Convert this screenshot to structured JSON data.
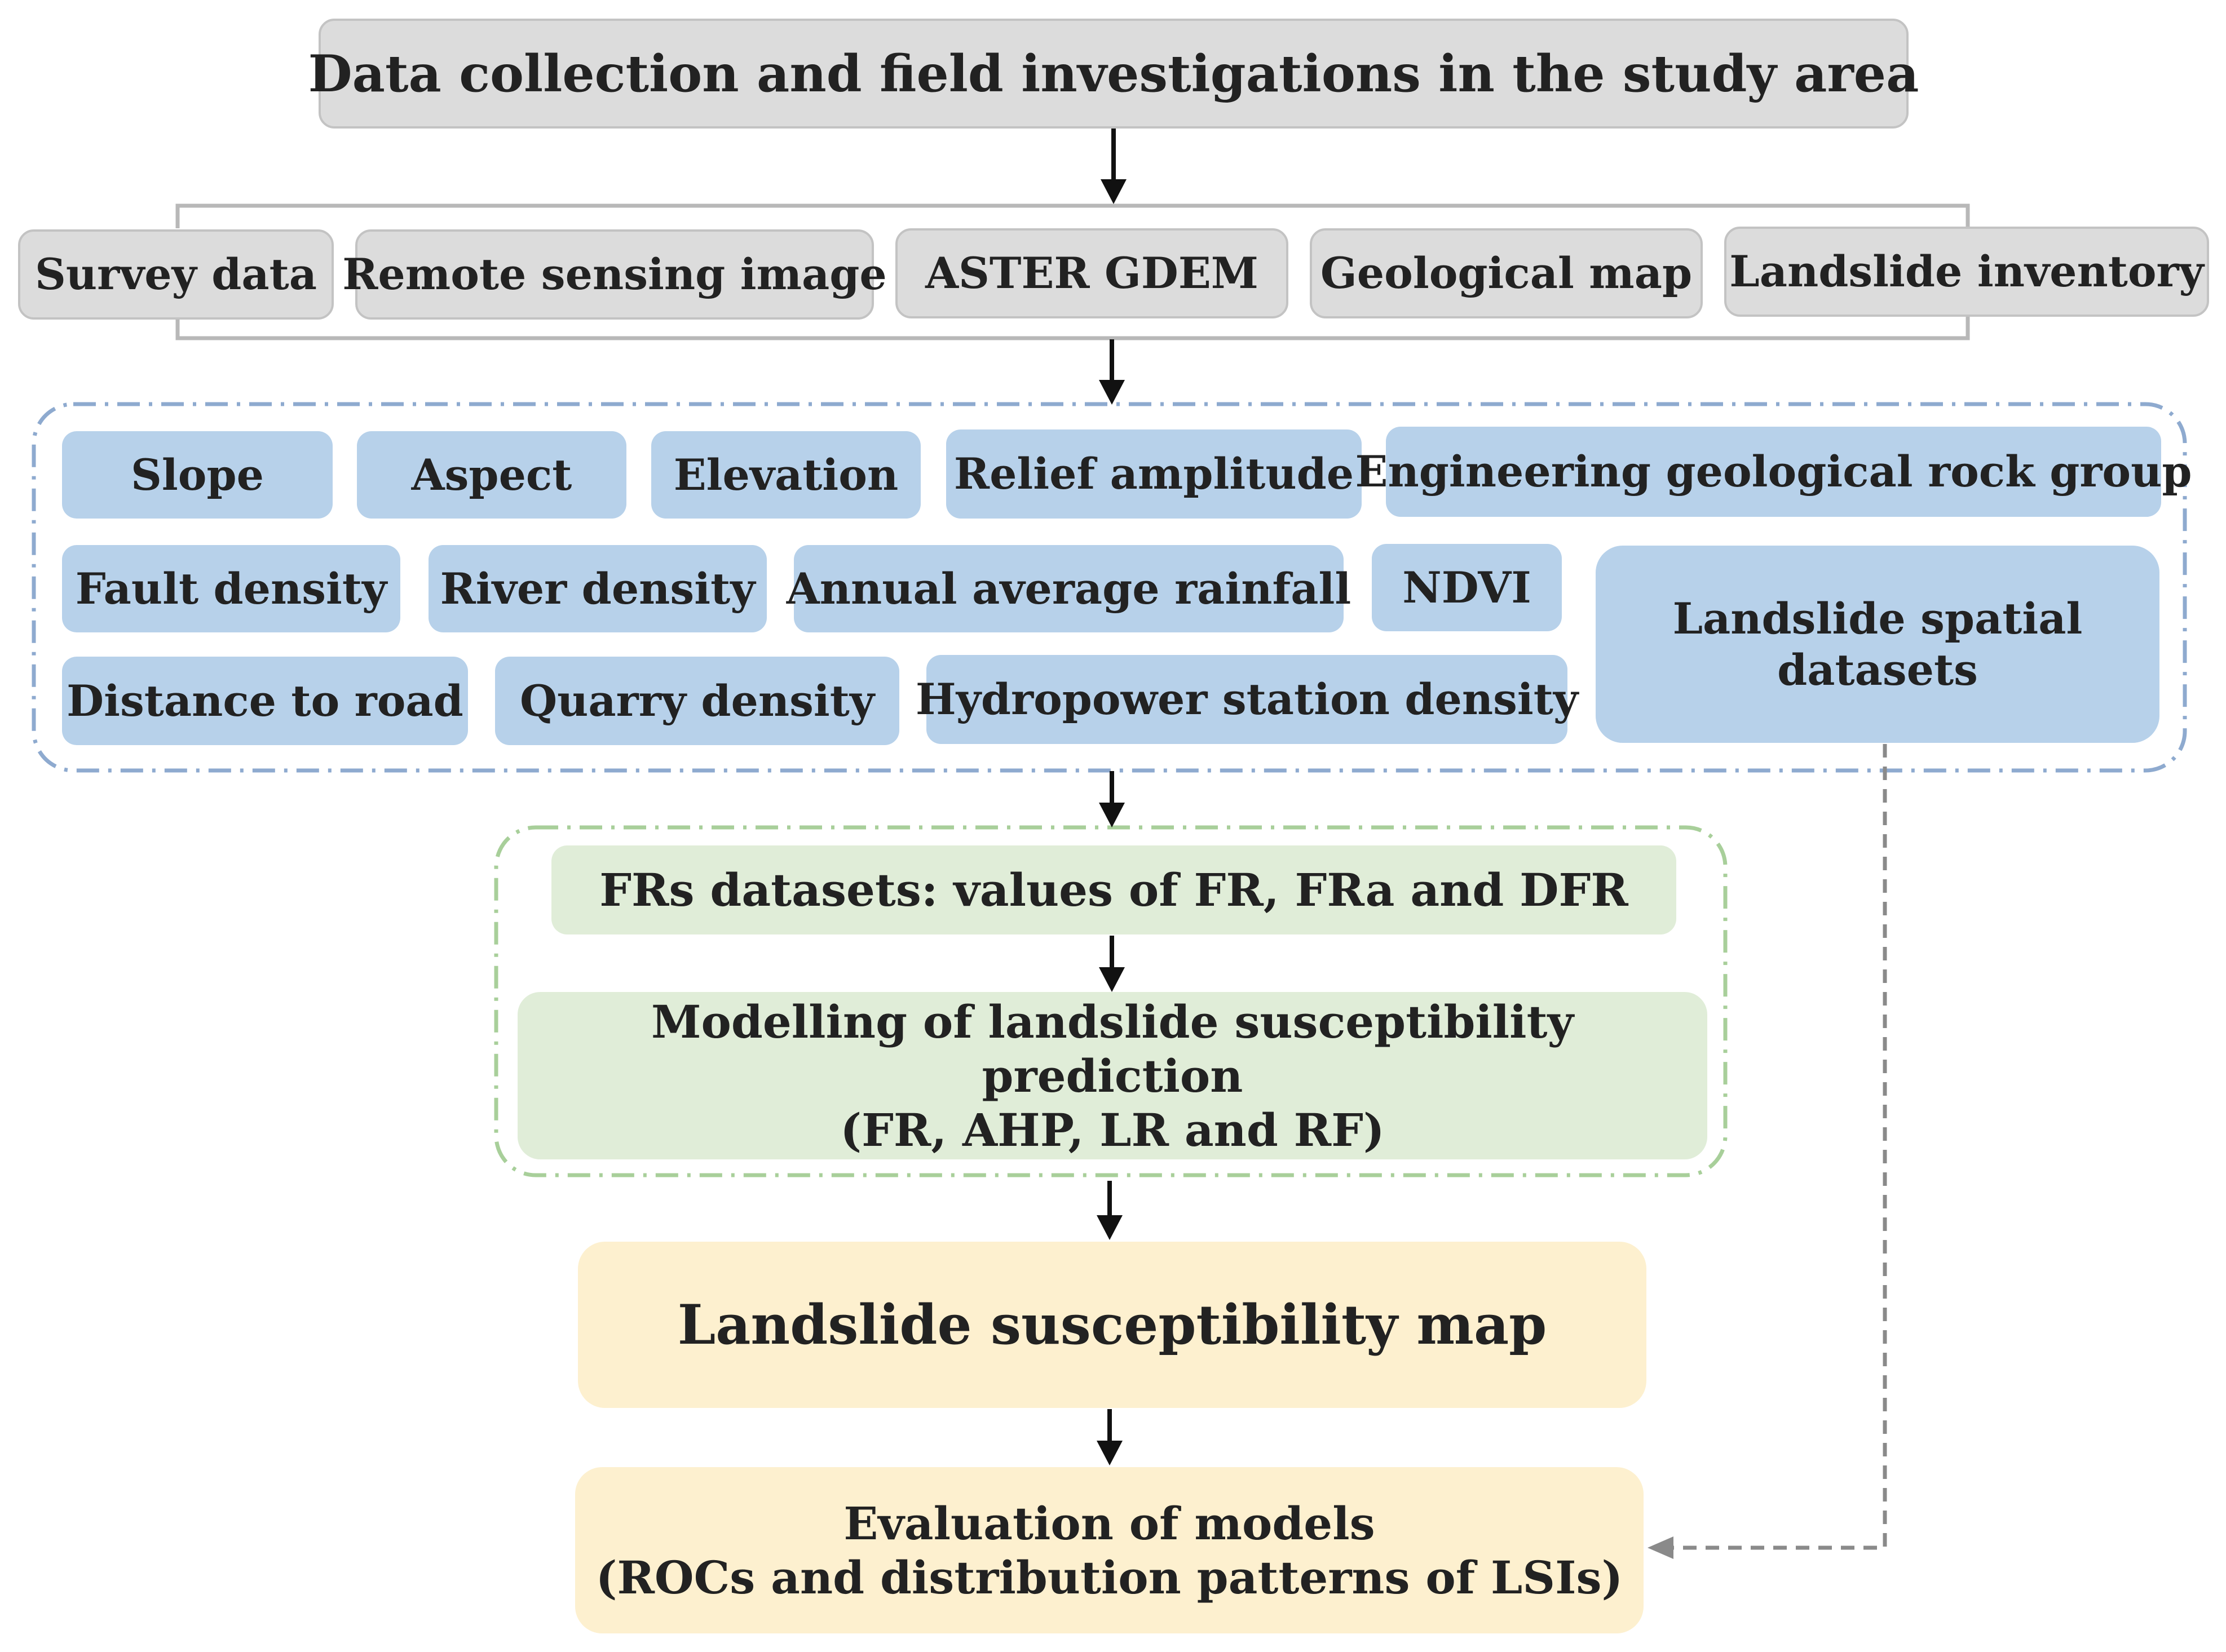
{
  "title": "Data collection and field investigations in the study area",
  "sources": [
    "Survey data",
    "Remote sensing image",
    "ASTER GDEM",
    "Geological map",
    "Landslide inventory"
  ],
  "factors": {
    "row1": [
      "Slope",
      "Aspect",
      "Elevation",
      "Relief amplitude",
      "Engineering geological rock group"
    ],
    "row2": [
      "Fault density",
      "River density",
      "Annual average rainfall",
      "NDVI"
    ],
    "row3": [
      "Distance to road",
      "Quarry density",
      "Hydropower station density"
    ],
    "spatial": {
      "line1": "Landslide spatial",
      "line2": "datasets"
    }
  },
  "frs": "FRs datasets: values of FR, FRa and DFR",
  "modelling": {
    "line1": "Modelling of landslide susceptibility prediction",
    "line2": "(FR, AHP, LR and RF)"
  },
  "map": "Landslide susceptibility map",
  "evaluation": {
    "line1": "Evaluation of models",
    "line2": "(ROCs and distribution patterns of LSIs)"
  },
  "colors": {
    "gray": "#dcdcdc",
    "blue": "#b7d1ea",
    "green": "#e0edd8",
    "yellow": "#fdf0cf",
    "blue_dash": "#8eaacf",
    "green_dash": "#a8cf9a",
    "gray_dash": "#8a8a8a"
  }
}
